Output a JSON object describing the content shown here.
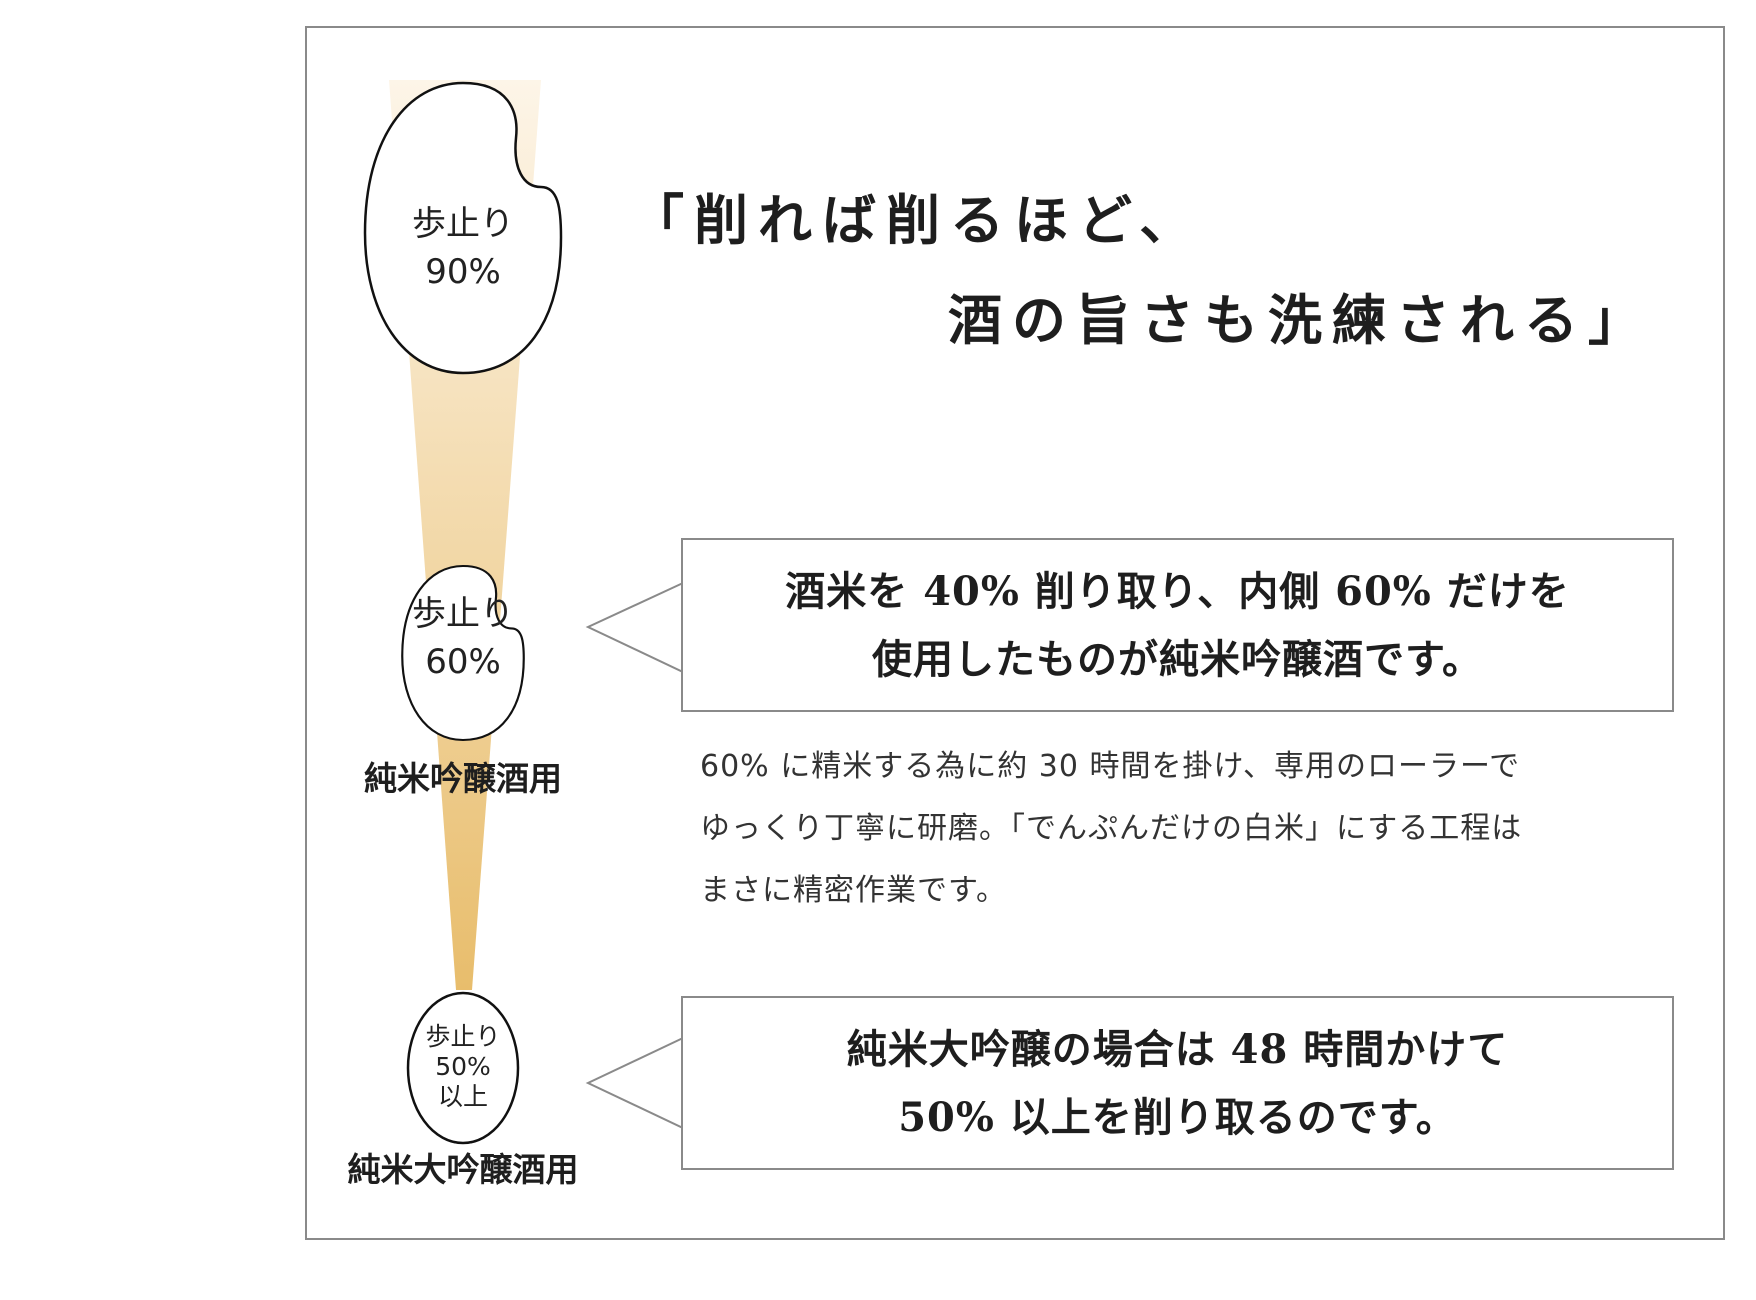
{
  "headline": {
    "line1": "「削れば削るほど、",
    "line2": "酒の旨さも洗練される」"
  },
  "grains": [
    {
      "line1": "歩止り",
      "line2": "90%",
      "line3": "",
      "polish_ratio_percent": 90
    },
    {
      "line1": "歩止り",
      "line2": "60%",
      "line3": "",
      "polish_ratio_percent": 60
    },
    {
      "line1": "歩止り",
      "line2": "50%",
      "line3": "以上",
      "polish_ratio_percent": 50
    }
  ],
  "captions": {
    "ginjo": "純米吟醸酒用",
    "daiginjo": "純米大吟醸酒用"
  },
  "callouts": {
    "ginjo": {
      "line1": "酒米を 40% 削り取り、内側 60% だけを",
      "line2": "使用したものが純米吟醸酒です。"
    },
    "daiginjo": {
      "line1": "純米大吟醸の場合は 48 時間かけて",
      "line2": "50% 以上を削り取るのです。"
    }
  },
  "description": {
    "line1": "60% に精米する為に約 30 時間を掛け、専用のローラーで",
    "line2": "ゆっくり丁寧に研磨。「でんぷんだけの白米」にする工程は",
    "line3": "まさに精密作業です。"
  },
  "colors": {
    "gradient_top": "#fdf5e8",
    "gradient_bottom": "#e8bd6c",
    "border": "#8a8a8a",
    "text": "#1e1e1e"
  }
}
